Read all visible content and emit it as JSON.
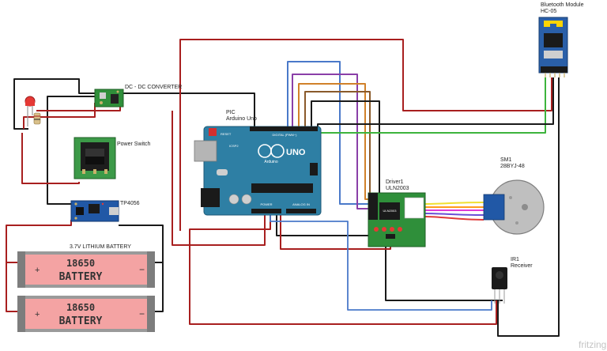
{
  "labels": {
    "dcdc": "DC - DC CONVERTER",
    "power_switch": "Power Switch",
    "tp4056": "TP4056",
    "battery_title": "3.7V LITHIUM BATTERY",
    "pic_line1": "PIC",
    "pic_line2": "Arduino Uno",
    "bluetooth_line1": "Bluetooth Module",
    "bluetooth_line2": "HC-05",
    "driver_line1": "Driver1",
    "driver_line2": "ULN2003",
    "sm_line1": "SM1",
    "sm_line2": "28BYJ-48",
    "ir_line1": "IR1",
    "ir_line2": "Receiver",
    "watermark": "fritzing"
  },
  "batteries": [
    {
      "model": "18650",
      "text": "BATTERY"
    },
    {
      "model": "18650",
      "text": "BATTERY"
    }
  ],
  "arduino": {
    "logo": "UNO",
    "brand": "Arduino",
    "silk_reset": "RESET",
    "silk_icsp": "ICSP2",
    "silk_digital": "DIGITAL (PWM~)",
    "silk_analog": "ANALOG IN",
    "silk_power": "POWER"
  },
  "driver_chip": "ULN2003",
  "colors": {
    "wire_black": "#1a1a1a",
    "wire_red": "#a81f1f",
    "wire_blue": "#4a79c9",
    "wire_green": "#3db43d",
    "wire_orange": "#d1812a",
    "wire_purple": "#8a3fa8",
    "wire_brown": "#8a5a2b",
    "arduino_board": "#2e7fa4",
    "pcb_green": "#2f8f3a",
    "battery_pink": "#f4a3a3",
    "bluetooth_blue": "#2a5fa8",
    "motor_silver": "#bfbfbf"
  }
}
